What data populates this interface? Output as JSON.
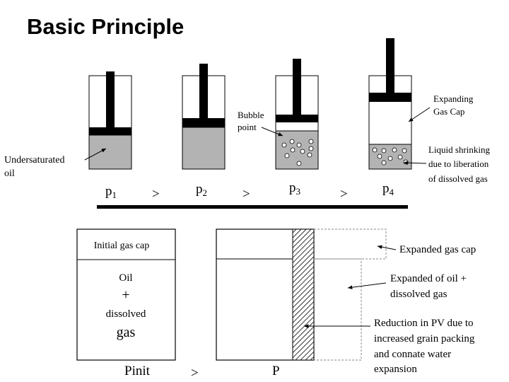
{
  "title": "Basic Principle",
  "cylinders": {
    "pressures": [
      {
        "base": "p",
        "sub": "1"
      },
      {
        "base": "p",
        "sub": "2"
      },
      {
        "base": "p",
        "sub": "3"
      },
      {
        "base": "p",
        "sub": "4"
      }
    ],
    "comparison_symbol": ">",
    "labels": {
      "undersaturated": [
        "Undersaturated",
        "oil"
      ],
      "bubble_point": [
        "Bubble",
        "point"
      ],
      "expanding_gas_cap": [
        "Expanding",
        "Gas Cap"
      ],
      "liquid_shrinking": [
        "Liquid shrinking",
        "due to liberation",
        "of dissolved gas"
      ]
    }
  },
  "reservoir": {
    "initial_gas_cap": "Initial gas cap",
    "oil_text": [
      "Oil",
      "+",
      "dissolved",
      "gas"
    ],
    "pinit_label": "Pinit",
    "comparison_symbol": ">",
    "p_label": "P",
    "expanded_gas_cap": "Expanded gas cap",
    "expanded_oil": [
      "Expanded of oil +",
      "dissolved gas"
    ],
    "reduction_pv": [
      "Reduction in PV due to",
      "increased grain packing",
      "and connate water",
      "expansion"
    ]
  },
  "colors": {
    "liquid": "#b3b3b3",
    "piston": "#000000",
    "outline": "#000000",
    "bubble_fill": "#ffffff"
  }
}
